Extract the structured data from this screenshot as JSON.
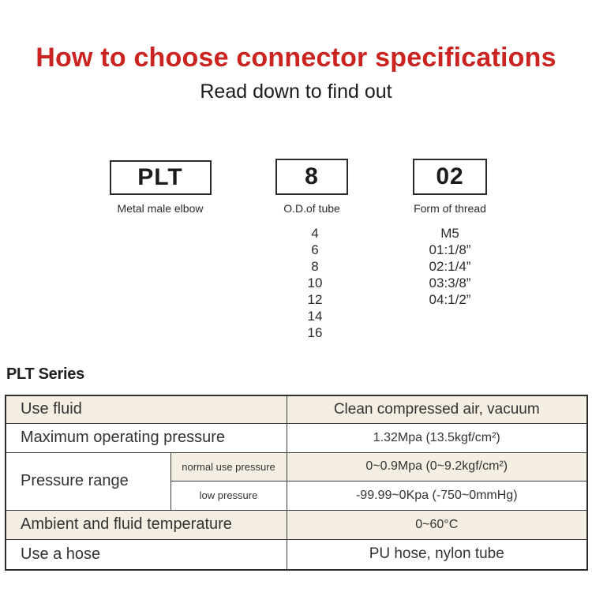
{
  "header": {
    "title": "How to choose connector specifications",
    "subtitle": "Read down to find out"
  },
  "code_builder": {
    "segments": [
      {
        "code": "PLT",
        "caption": "Metal male elbow"
      },
      {
        "code": "8",
        "caption": "O.D.of tube"
      },
      {
        "code": "02",
        "caption": "Form of thread"
      }
    ],
    "tube_sizes": [
      "4",
      "6",
      "8",
      "10",
      "12",
      "14",
      "16"
    ],
    "thread_forms": [
      "M5",
      "01:1/8”",
      "02:1/4”",
      "03:3/8”",
      "04:1/2”"
    ]
  },
  "series": {
    "heading": "PLT Series",
    "table": {
      "use_fluid": {
        "label": "Use fluid",
        "value": "Clean compressed air, vacuum"
      },
      "max_pressure": {
        "label": "Maximum operating pressure",
        "value": "1.32Mpa (13.5kgf/cm²)"
      },
      "pressure_range": {
        "label": "Pressure range",
        "normal": {
          "label": "normal use pressure",
          "value": "0~0.9Mpa (0~9.2kgf/cm²)"
        },
        "low": {
          "label": "low pressure",
          "value": "-99.99~0Kpa (-750~0mmHg)"
        }
      },
      "temperature": {
        "label": "Ambient and fluid temperature",
        "value": "0~60°C"
      },
      "hose": {
        "label": "Use a hose",
        "value": "PU hose, nylon tube"
      }
    }
  },
  "colors": {
    "title_red": "#cb2320",
    "row_shade": "#f5eee3",
    "table_border": "#3b3b3b",
    "text_dark": "#222222"
  }
}
